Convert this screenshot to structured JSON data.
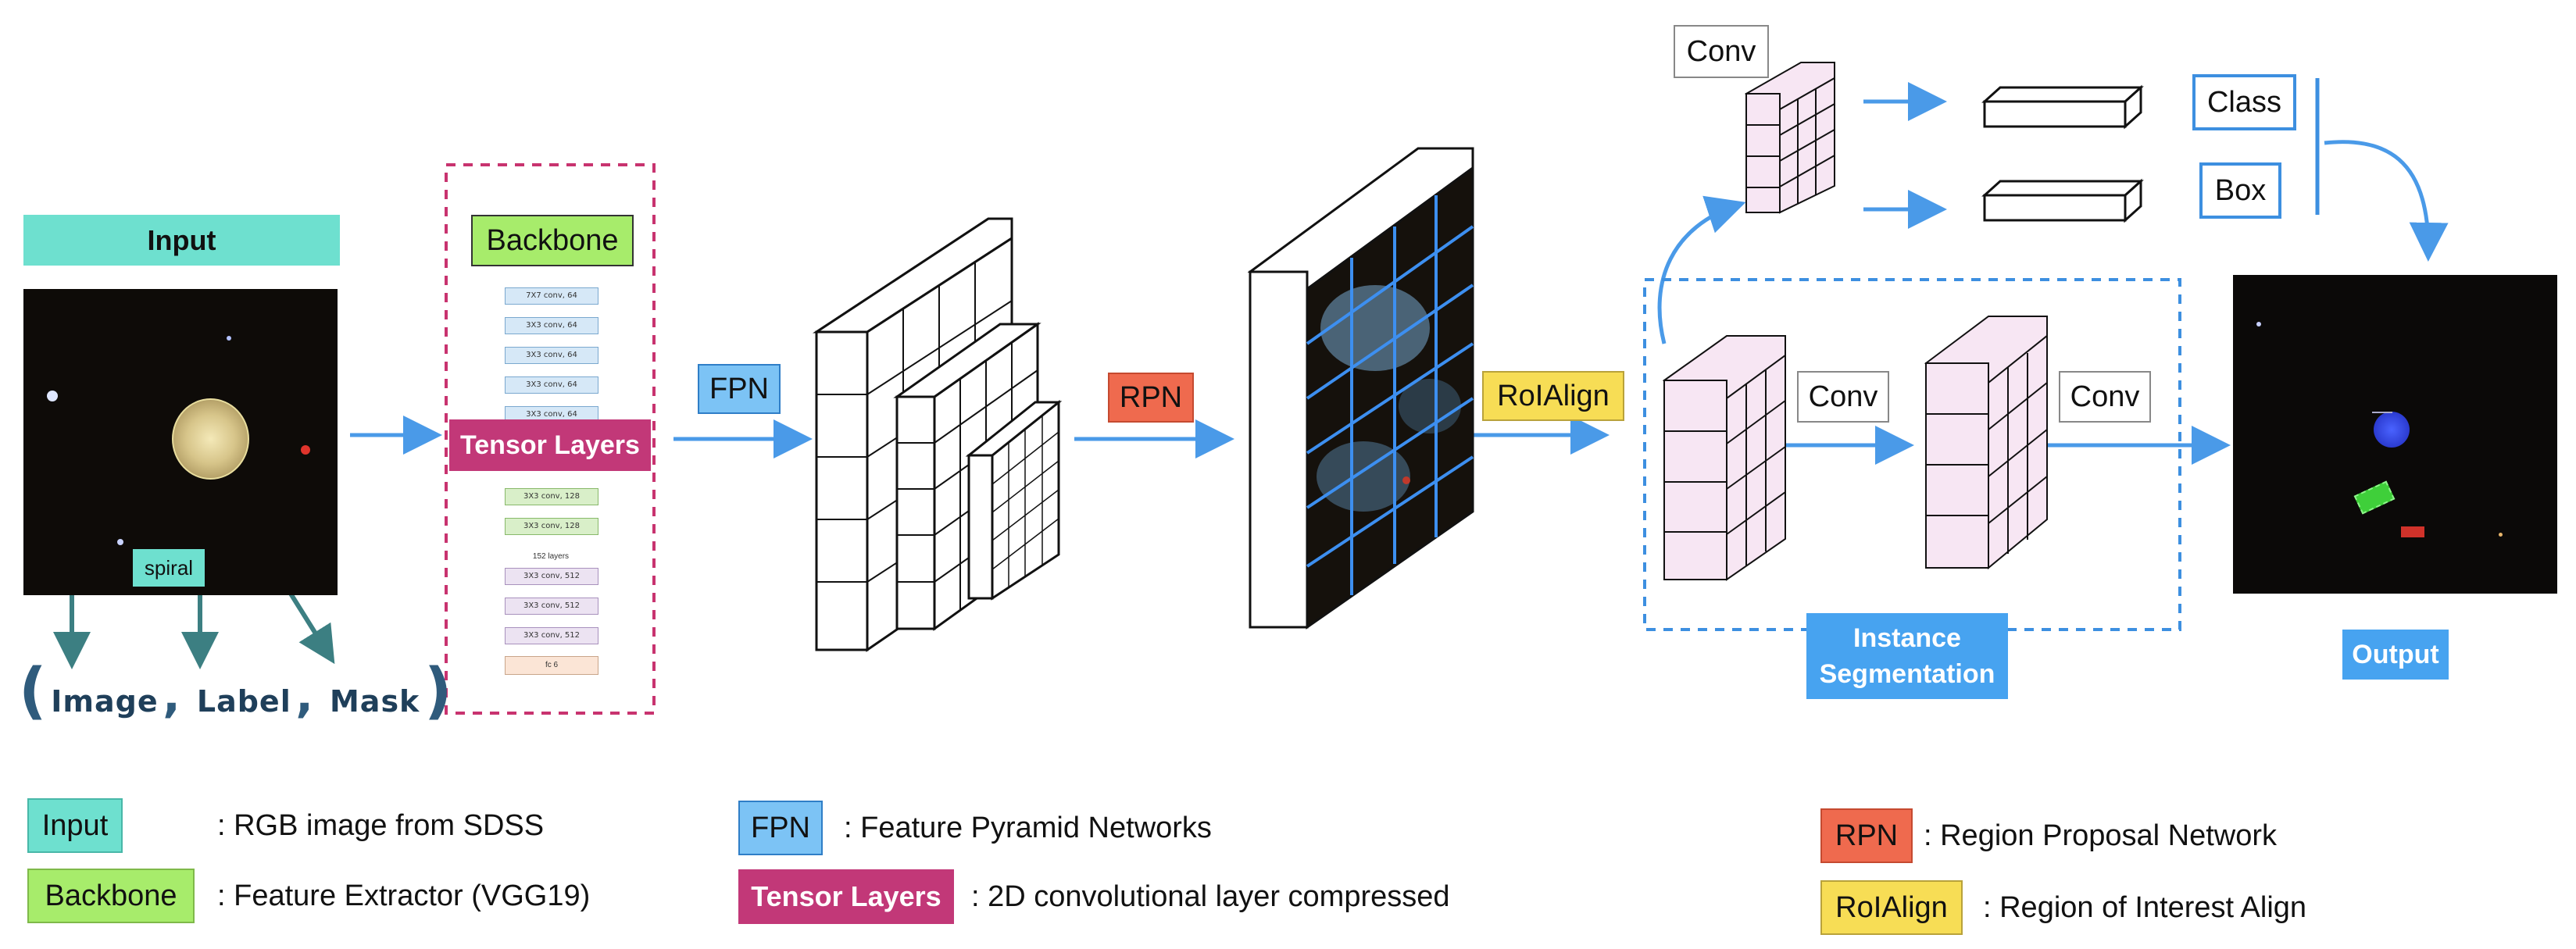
{
  "input": {
    "title": "Input",
    "label_tag": "spiral",
    "tuple": [
      "Image",
      "Label",
      "Mask"
    ]
  },
  "backbone": {
    "title": "Backbone",
    "tensor_label": "Tensor Layers",
    "layers_top": [
      "7X7 conv, 64",
      "3X3 conv, 64",
      "3X3 conv, 64",
      "3X3 conv, 64",
      "3X3 conv, 64"
    ],
    "layers_mid": [
      "3X3 conv, 128",
      "3X3 conv, 128"
    ],
    "layers_note": "152 layers",
    "layers_bottom": [
      "3X3 conv, 512",
      "3X3 conv, 512",
      "3X3 conv, 512"
    ],
    "layers_last": "fc 6"
  },
  "stages": {
    "fpn": "FPN",
    "rpn": "RPN",
    "roialign": "RoIAlign",
    "conv_top": "Conv",
    "conv_mid1": "Conv",
    "conv_mid2": "Conv",
    "class_label": "Class",
    "box_label": "Box",
    "instance_seg": "Instance Segmentation",
    "output": "Output"
  },
  "legend": {
    "input": {
      "tag": "Input",
      "desc": ": RGB image from SDSS"
    },
    "backbone": {
      "tag": "Backbone",
      "desc": ": Feature Extractor (VGG19)"
    },
    "fpn": {
      "tag": "FPN",
      "desc": ": Feature Pyramid Networks"
    },
    "tensor": {
      "tag": "Tensor Layers",
      "desc": ": 2D convolutional layer compressed"
    },
    "rpn": {
      "tag": "RPN",
      "desc": ": Region Proposal Network"
    },
    "roi": {
      "tag": "RoIAlign",
      "desc": ": Region of Interest Align"
    }
  },
  "colors": {
    "input": "#6ee0cf",
    "backbone": "#a7ec6b",
    "fpn": "#7cc3f5",
    "rpn": "#ef6a4e",
    "roialign": "#f7dd55",
    "tensor": "#c23878",
    "accent_blue": "#47a3f0",
    "arrow_blue": "#4a9ae8",
    "teal_arrow": "#3c7f82"
  }
}
